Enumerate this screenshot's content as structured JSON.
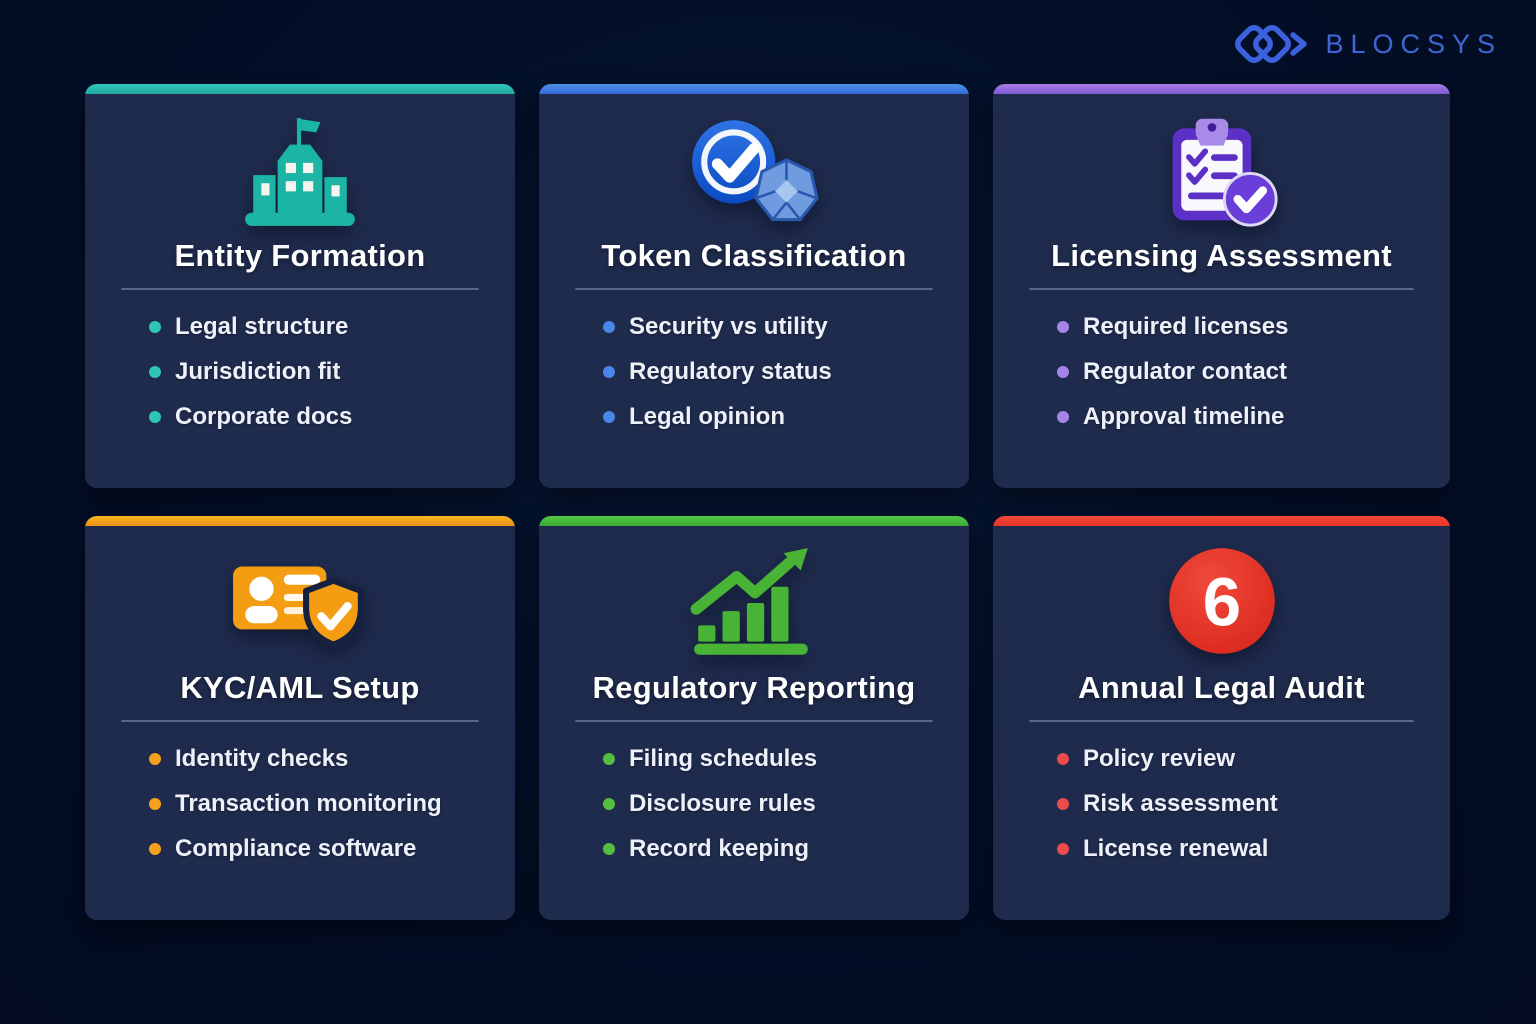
{
  "logo": {
    "brand": "BLOCSYS",
    "mark_color": "#3c61de",
    "text_color": "#4066d6"
  },
  "page": {
    "background": "#030e26",
    "card_background": "#1f2b4d"
  },
  "cards": [
    {
      "title": "Entity Formation",
      "accent_color": "#27b1a7",
      "bullet_color": "#2ec4b6",
      "icon_color": "#1cb5a5",
      "icon": "bank-building-icon",
      "items": [
        "Legal structure",
        "Jurisdiction fit",
        "Corporate docs"
      ]
    },
    {
      "title": "Token Classification",
      "accent_color": "#3d73de",
      "bullet_color": "#4a86e8",
      "icon_color": "#1a5fd6",
      "icon": "verified-token-icon",
      "items": [
        "Security vs utility",
        "Regulatory status",
        "Legal opinion"
      ]
    },
    {
      "title": "Licensing Assessment",
      "accent_color": "#8a62d8",
      "bullet_color": "#a583ea",
      "icon_color": "#5c2fc6",
      "icon": "checklist-clipboard-icon",
      "items": [
        "Required licenses",
        "Regulator contact",
        "Approval timeline"
      ]
    },
    {
      "title": "KYC/AML Setup",
      "accent_color": "#f19a18",
      "bullet_color": "#f5a11e",
      "icon_color": "#f49d12",
      "icon": "id-card-shield-icon",
      "items": [
        "Identity checks",
        "Transaction monitoring",
        "Compliance software"
      ]
    },
    {
      "title": "Regulatory Reporting",
      "accent_color": "#42b138",
      "bullet_color": "#55bd41",
      "icon_color": "#49b336",
      "icon": "growth-chart-icon",
      "items": [
        "Filing schedules",
        "Disclosure rules",
        "Record keeping"
      ]
    },
    {
      "title": "Annual Legal Audit",
      "accent_color": "#e93a2e",
      "bullet_color": "#ec4b4b",
      "icon_color": "#e2352b",
      "icon": "number-6-badge-icon",
      "badge_number": "6",
      "items": [
        "Policy review",
        "Risk assessment",
        "License renewal"
      ]
    }
  ]
}
